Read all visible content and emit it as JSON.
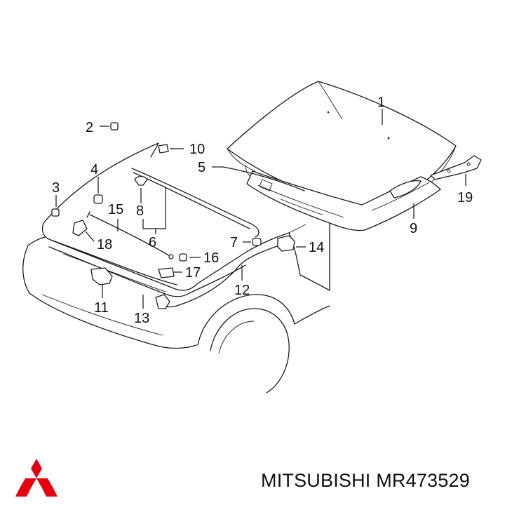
{
  "caption": {
    "brand": "MITSUBISHI",
    "part_number": "MR473529"
  },
  "callouts": {
    "c1": "1",
    "c2": "2",
    "c3": "3",
    "c4": "4",
    "c5": "5",
    "c6": "6",
    "c7": "7",
    "c8": "8",
    "c9": "9",
    "c10": "10",
    "c11": "11",
    "c12": "12",
    "c13": "13",
    "c14": "14",
    "c15": "15",
    "c16": "16",
    "c17": "17",
    "c18": "18",
    "c19": "19"
  },
  "colors": {
    "line": "#1a1a1a",
    "logo": "#e60012",
    "text": "#111111"
  },
  "logo": {
    "icon": "mitsubishi-three-diamond-logo"
  }
}
